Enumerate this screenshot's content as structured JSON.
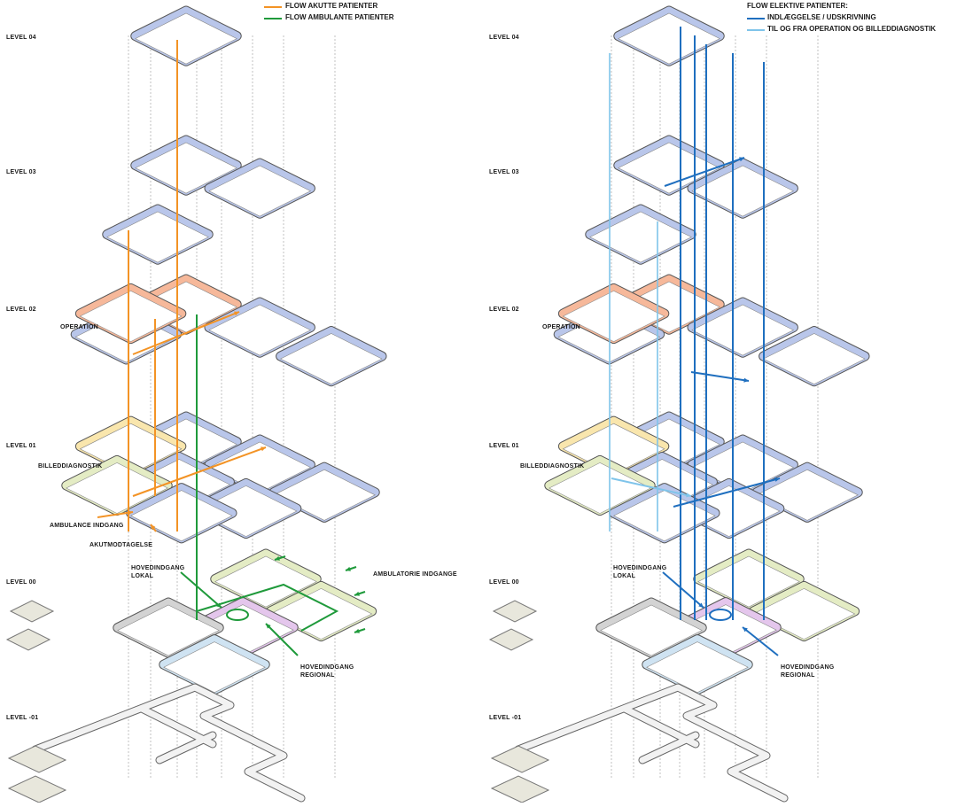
{
  "left_panel": {
    "legend": [
      {
        "label": "FLOW AKUTTE PATIENTER",
        "color": "#f39325"
      },
      {
        "label": "FLOW AMBULANTE PATIENTER",
        "color": "#1f9a3b"
      }
    ],
    "levels": [
      "LEVEL 04",
      "LEVEL 03",
      "LEVEL 02",
      "LEVEL 01",
      "LEVEL 00",
      "LEVEL -01"
    ],
    "annotations": {
      "operation": "OPERATION",
      "billeddiagnostik": "BILLEDDIAGNOSTIK",
      "ambulance_indgang": "AMBULANCE INDGANG",
      "akutmodtagelse": "AKUTMODTAGELSE",
      "hovedindgang_lokal_1": "HOVEDINDGANG",
      "hovedindgang_lokal_2": "LOKAL",
      "ambulatorie_indgange": "AMBULATORIE INDGANGE",
      "hovedindgang_regional_1": "HOVEDINDGANG",
      "hovedindgang_regional_2": "REGIONAL"
    }
  },
  "right_panel": {
    "legend_title": "FLOW ELEKTIVE PATIENTER:",
    "legend": [
      {
        "label": "INDLÆGGELSE / UDSKRIVNING",
        "color": "#1f6fbf"
      },
      {
        "label": "TIL OG FRA OPERATION OG BILLEDDIAGNOSTIK",
        "color": "#7fc4ea"
      }
    ],
    "levels": [
      "LEVEL 04",
      "LEVEL 03",
      "LEVEL 02",
      "LEVEL 01",
      "LEVEL 00",
      "LEVEL -01"
    ],
    "annotations": {
      "operation": "OPERATION",
      "billeddiagnostik": "BILLEDDIAGNOSTIK",
      "hovedindgang_lokal_1": "HOVEDINDGANG",
      "hovedindgang_lokal_2": "LOKAL",
      "hovedindgang_regional_1": "HOVEDINDGANG",
      "hovedindgang_regional_2": "REGIONAL"
    }
  },
  "colors": {
    "ward_blue": "#b9c6ea",
    "operation_orange": "#f6b89a",
    "imaging_yellow": "#f9e6ad",
    "outpatient_green": "#e4ecc4",
    "purple_zone": "#e4c6ec",
    "grey_block": "#d3d3d3",
    "beige_block": "#e8e7dc"
  }
}
